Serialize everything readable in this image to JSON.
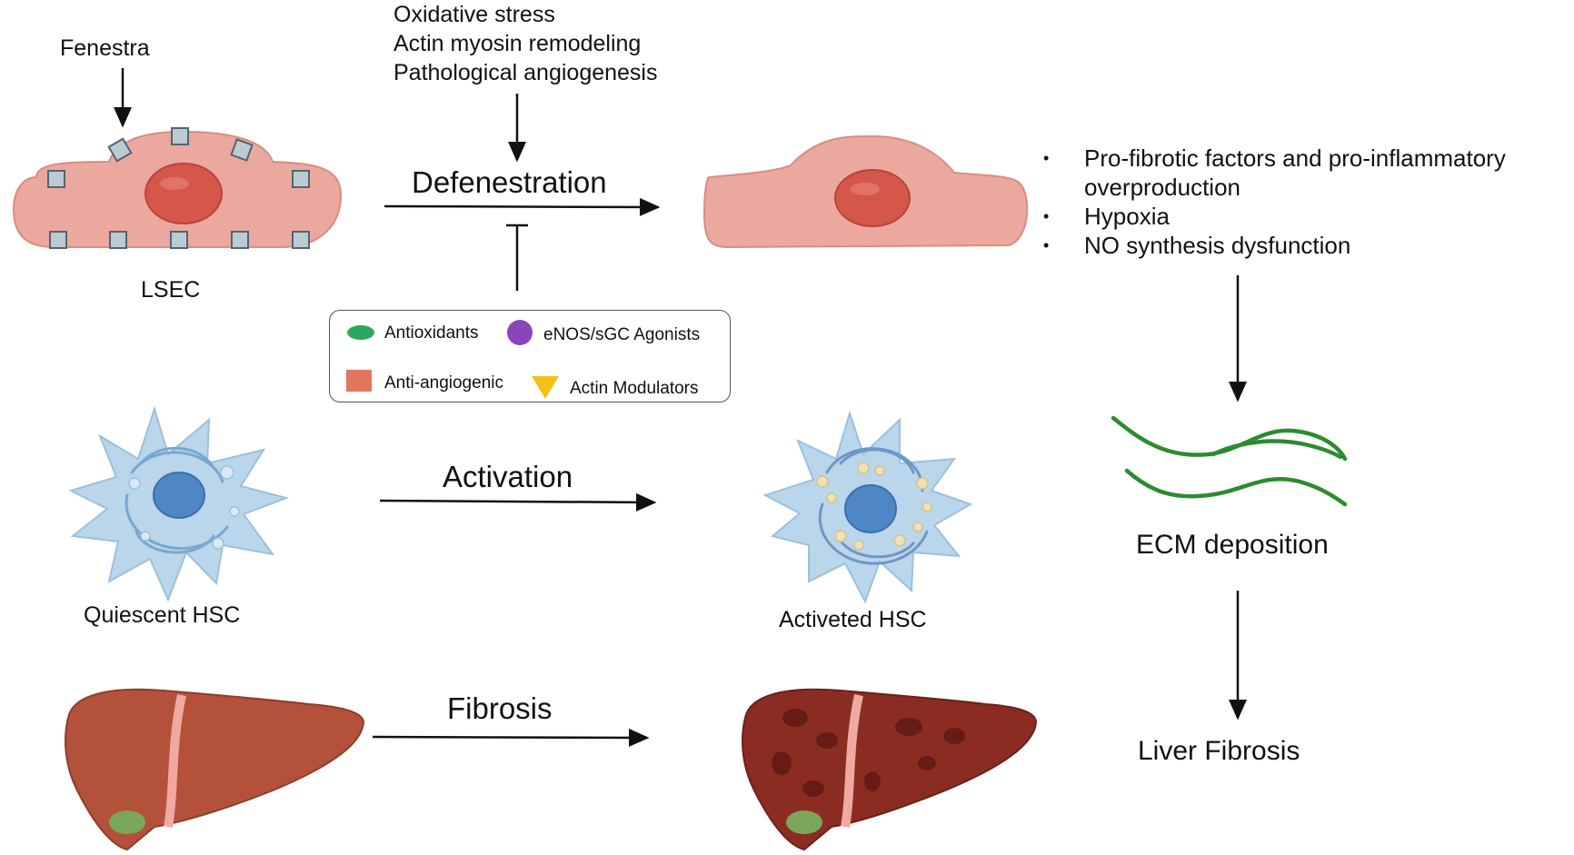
{
  "top": {
    "fenestra": "Fenestra",
    "triggers": [
      "Oxidative stress",
      "Actin myosin remodeling",
      "Pathological angiogenesis"
    ],
    "lsec": "LSEC",
    "defenestration": "Defenestration"
  },
  "consequences": [
    {
      "line1": "Pro-fibrotic factors and pro-inflammatory",
      "line2": "overproduction"
    },
    {
      "line1": "Hypoxia",
      "line2": ""
    },
    {
      "line1": "NO synthesis dysfunction",
      "line2": ""
    }
  ],
  "legend": {
    "antioxidants": "Antioxidants",
    "enos": "eNOS/sGC Agonists",
    "antiangiogenic": "Anti-angiogenic",
    "actin": "Actin Modulators"
  },
  "hsc": {
    "activation": "Activation",
    "quiescent": "Quiescent HSC",
    "activated": "Activeted HSC"
  },
  "ecm": "ECM deposition",
  "liver": {
    "fibrosis": "Fibrosis",
    "result": "Liver Fibrosis"
  },
  "colors": {
    "cell": "#eba89f",
    "nucleus": "#d4574a",
    "hsc": "#b9d6eb",
    "hsc_nucleus": "#4f86c6",
    "liver": "#b4513a",
    "liver_fibrotic": "#8b2c22",
    "ecm": "#2e8b2e",
    "legend_green": "#2aa860",
    "legend_purple": "#8a46b8",
    "legend_orange": "#e1775e",
    "legend_yellow": "#f2c21a"
  }
}
